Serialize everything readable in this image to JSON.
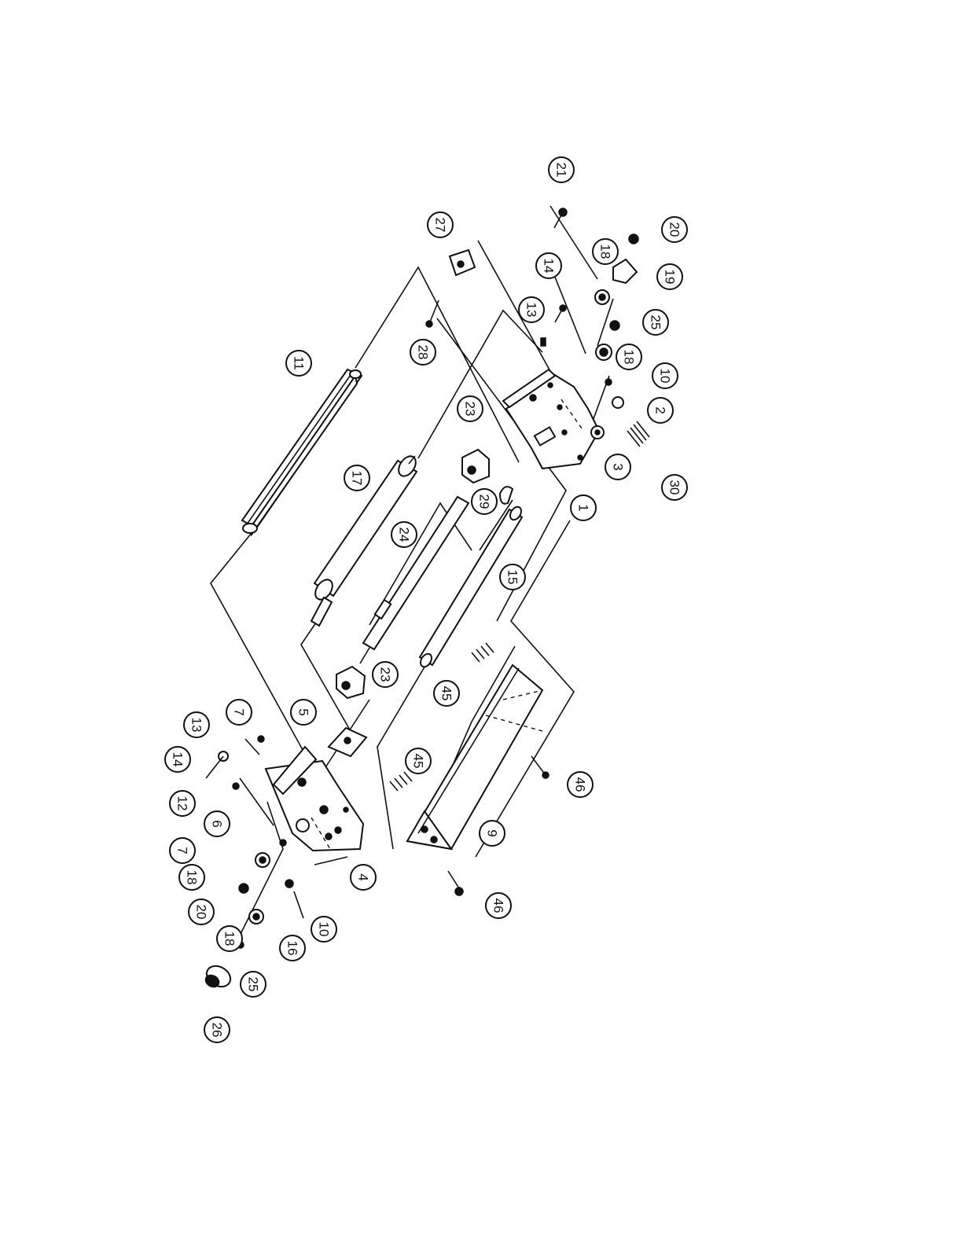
{
  "diagram": {
    "type": "exploded-parts-view",
    "callouts": {
      "c21": "21",
      "c20a": "20",
      "c19": "19",
      "c18a": "18",
      "c14a": "14",
      "c27": "27",
      "c28": "28",
      "c13a": "13",
      "c25a": "25",
      "c18b": "18",
      "c10a": "10",
      "c2": "2",
      "c3": "3",
      "c30": "30",
      "c1": "1",
      "c11": "11",
      "c17": "17",
      "c23a": "23",
      "c29": "29",
      "c24": "24",
      "c15": "15",
      "c23b": "23",
      "c45a": "45",
      "c45b": "45",
      "c46a": "46",
      "c5": "5",
      "c7a": "7",
      "c13b": "13",
      "c14b": "14",
      "c12": "12",
      "c6": "6",
      "c7b": "7",
      "c18c": "18",
      "c20b": "20",
      "c18d": "18",
      "c25b": "25",
      "c16": "16",
      "c10b": "10",
      "c4": "4",
      "c9": "9",
      "c46b": "46",
      "c26": "26"
    }
  }
}
